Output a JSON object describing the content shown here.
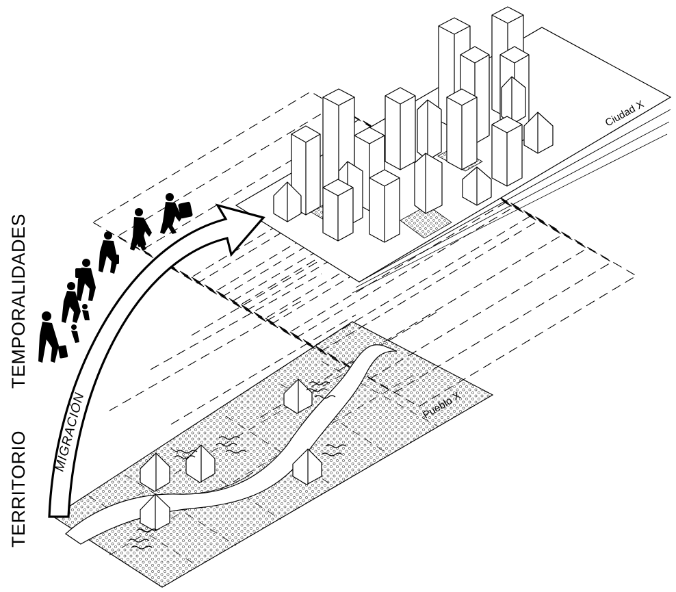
{
  "labels": {
    "territorio": "TERRITORIO",
    "temporalidades": "TEMPORALIDADES",
    "migracion": "MIGRACIÓN",
    "pueblo": "Pueblo X",
    "ciudad": "Ciudad X"
  },
  "colors": {
    "ink": "#000000",
    "paper": "#ffffff",
    "stipple": "#555555"
  }
}
